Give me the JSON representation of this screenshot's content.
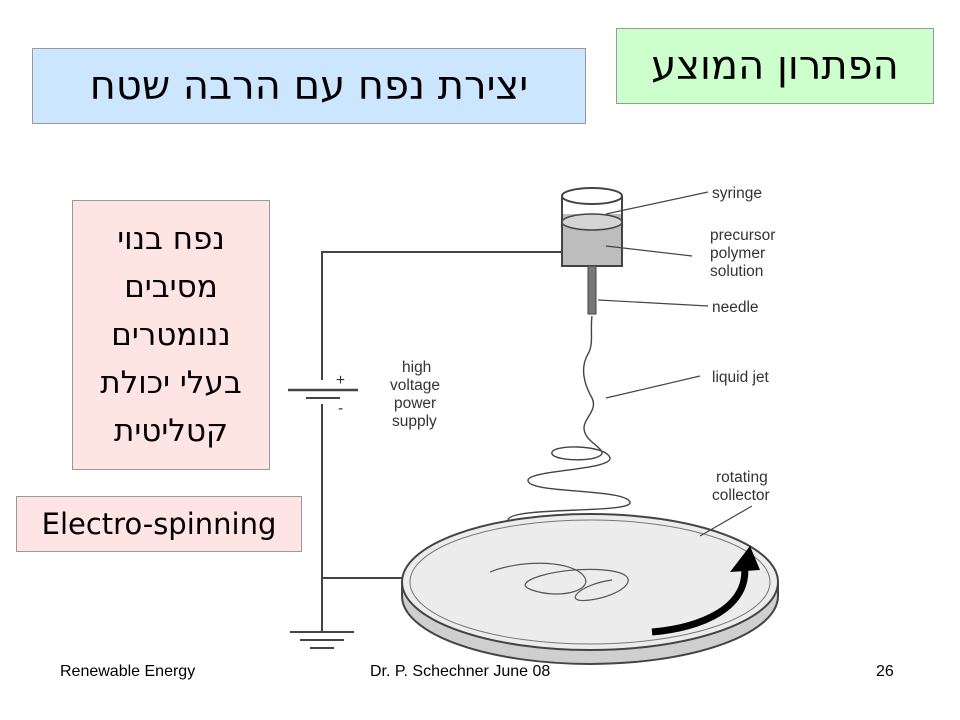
{
  "slide": {
    "title": "הפתרון המוצע",
    "subtitle": "יצירת נפח עם הרבה שטח",
    "description_lines": [
      "נפח בנוי",
      "מסיבים",
      "ננומטרים",
      "בעלי יכולת",
      "קטליטית"
    ],
    "tag": "Electro-spinning"
  },
  "diagram": {
    "labels": {
      "syringe": "syringe",
      "precursor_1": "precursor",
      "precursor_2": "polymer",
      "precursor_3": "solution",
      "needle": "needle",
      "liquid_jet": "liquid jet",
      "supply_1": "high",
      "supply_2": "voltage",
      "supply_3": "power",
      "supply_4": "supply",
      "collector_1": "rotating",
      "collector_2": "collector",
      "plus": "+",
      "minus": "-"
    }
  },
  "footer": {
    "left": "Renewable Energy",
    "center": "Dr. P. Schechner   June 08",
    "page": "26"
  }
}
